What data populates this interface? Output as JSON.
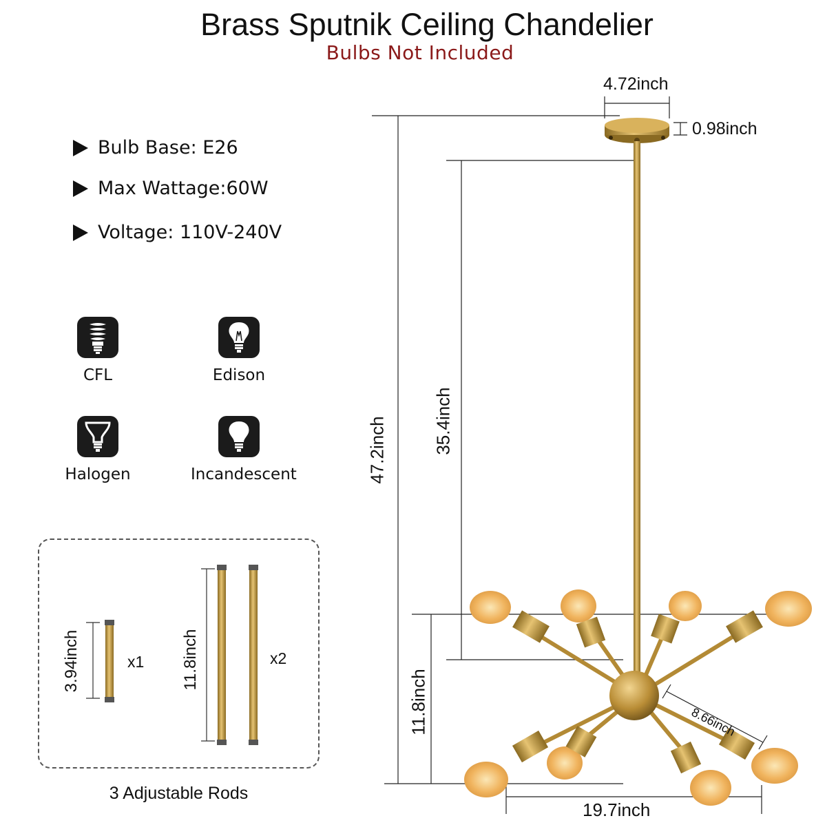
{
  "header": {
    "title": "Brass Sputnik Ceiling Chandelier",
    "subtitle": "Bulbs  Not  Included"
  },
  "specs": [
    {
      "label": "Bulb Base: E26"
    },
    {
      "label": "Max Wattage:60W"
    },
    {
      "label": "Voltage: 110V-240V"
    }
  ],
  "bulb_types": [
    {
      "label": "CFL",
      "icon": "cfl-bulb-icon"
    },
    {
      "label": "Edison",
      "icon": "edison-bulb-icon"
    },
    {
      "label": "Halogen",
      "icon": "halogen-bulb-icon"
    },
    {
      "label": "Incandescent",
      "icon": "incandescent-bulb-icon"
    }
  ],
  "rods": {
    "short_length": "3.94inch",
    "short_qty": "x1",
    "long_length": "11.8inch",
    "long_qty": "x2",
    "caption": "3 Adjustable Rods"
  },
  "dimensions": {
    "canopy_width": "4.72inch",
    "canopy_height": "0.98inch",
    "total_height": "47.2inch",
    "rod_height": "35.4inch",
    "body_height": "11.8inch",
    "arm_length": "8.66inch",
    "body_width": "19.7inch"
  },
  "colors": {
    "subtitle": "#8b1a1a",
    "brass": "#c9a24a",
    "bulb_glow": "#f3c477"
  }
}
